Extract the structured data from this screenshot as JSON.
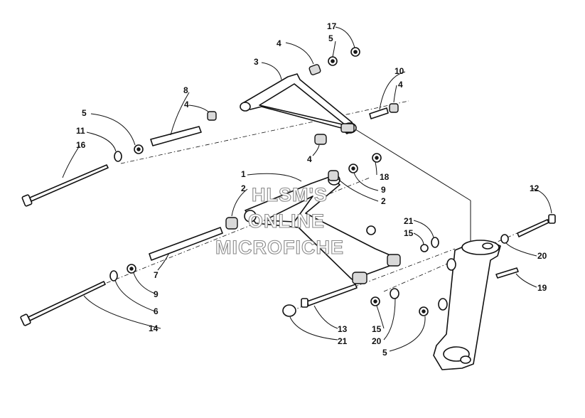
{
  "watermark": {
    "line1": "HLSM'S",
    "line2": "ONLINE",
    "line3": "MICROFICHE"
  },
  "callouts": {
    "c1": "1",
    "c2a": "2",
    "c2b": "2",
    "c3": "3",
    "c4a": "4",
    "c4b": "4",
    "c4c": "4",
    "c4d": "4",
    "c5a": "5",
    "c5b": "5",
    "c5c": "5",
    "c6": "6",
    "c7": "7",
    "c8": "8",
    "c9a": "9",
    "c9b": "9",
    "c10": "10",
    "c11": "11",
    "c12": "12",
    "c13": "13",
    "c14": "14",
    "c15a": "15",
    "c15b": "15",
    "c16": "16",
    "c17": "17",
    "c18": "18",
    "c19": "19",
    "c20a": "20",
    "c20b": "20",
    "c21a": "21",
    "c21b": "21"
  }
}
